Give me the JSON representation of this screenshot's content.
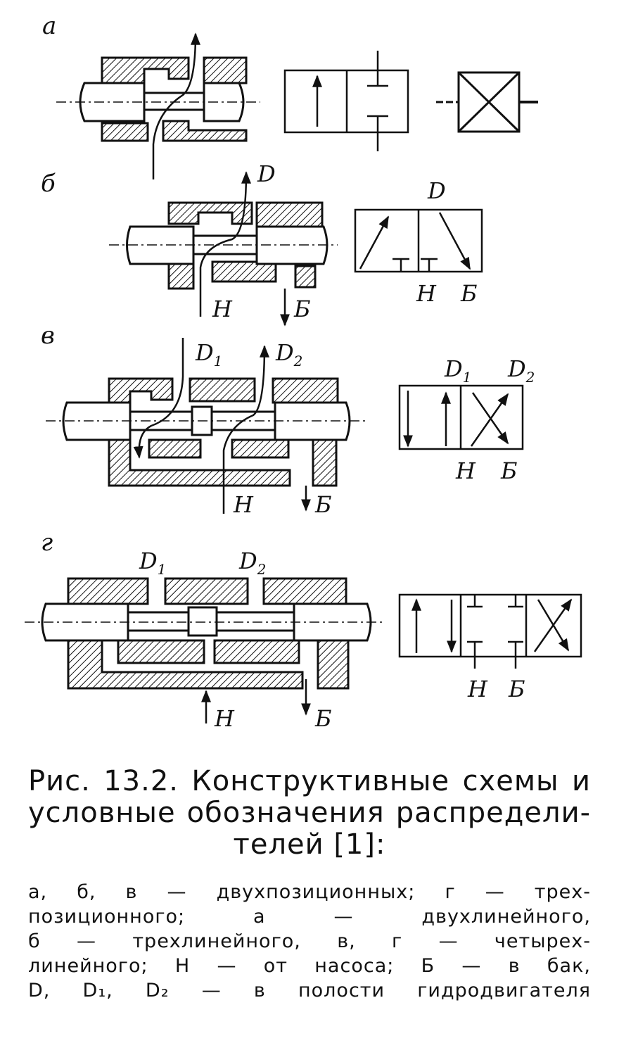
{
  "panels": {
    "a": {
      "label": "а"
    },
    "b": {
      "label": "б",
      "ports": {
        "D": "D",
        "H": "Н",
        "B": "Б"
      }
    },
    "v": {
      "label": "в",
      "ports": {
        "D1": "D",
        "D1_sub": "1",
        "D2": "D",
        "D2_sub": "2",
        "H": "Н",
        "B": "Б"
      }
    },
    "g": {
      "label": "г",
      "ports": {
        "D1": "D",
        "D1_sub": "1",
        "D2": "D",
        "D2_sub": "2",
        "H": "Н",
        "B": "Б"
      }
    }
  },
  "caption": {
    "title_line_1": "Рис. 13.2. Конструктивные схемы и",
    "title_line_2": "условные обозначения распредели-",
    "title_line_3": "телей [1]:",
    "legend": [
      "а, б, в — двухпозиционных; г — трех-",
      "позиционного; а — двухлинейного,",
      "б — трехлинейного, в, г — четырех-",
      "линейного; Н — от насоса; Б — в бак,",
      "D, D₁, D₂ — в полости гидродвигателя"
    ]
  }
}
